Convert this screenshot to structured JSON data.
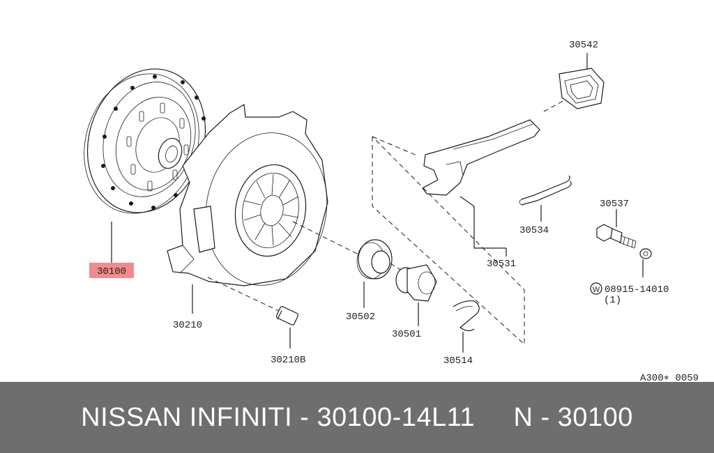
{
  "labels": {
    "p30100": "30100",
    "p30210": "30210",
    "p30210b": "30210B",
    "p30502": "30502",
    "p30501": "30501",
    "p30514": "30514",
    "p30531": "30531",
    "p30534": "30534",
    "p30537": "30537",
    "p30542": "30542",
    "w_code": "08915-14010",
    "w_symbol": "W",
    "w_qty": "(1)",
    "diagram_ref": "A300∗ 0059"
  },
  "highlight_color": "#f28b8b",
  "banner": {
    "text": "NISSAN INFINITI - 30100-14L11     N - 30100",
    "background": "#6e6e6e",
    "color": "#ffffff"
  }
}
